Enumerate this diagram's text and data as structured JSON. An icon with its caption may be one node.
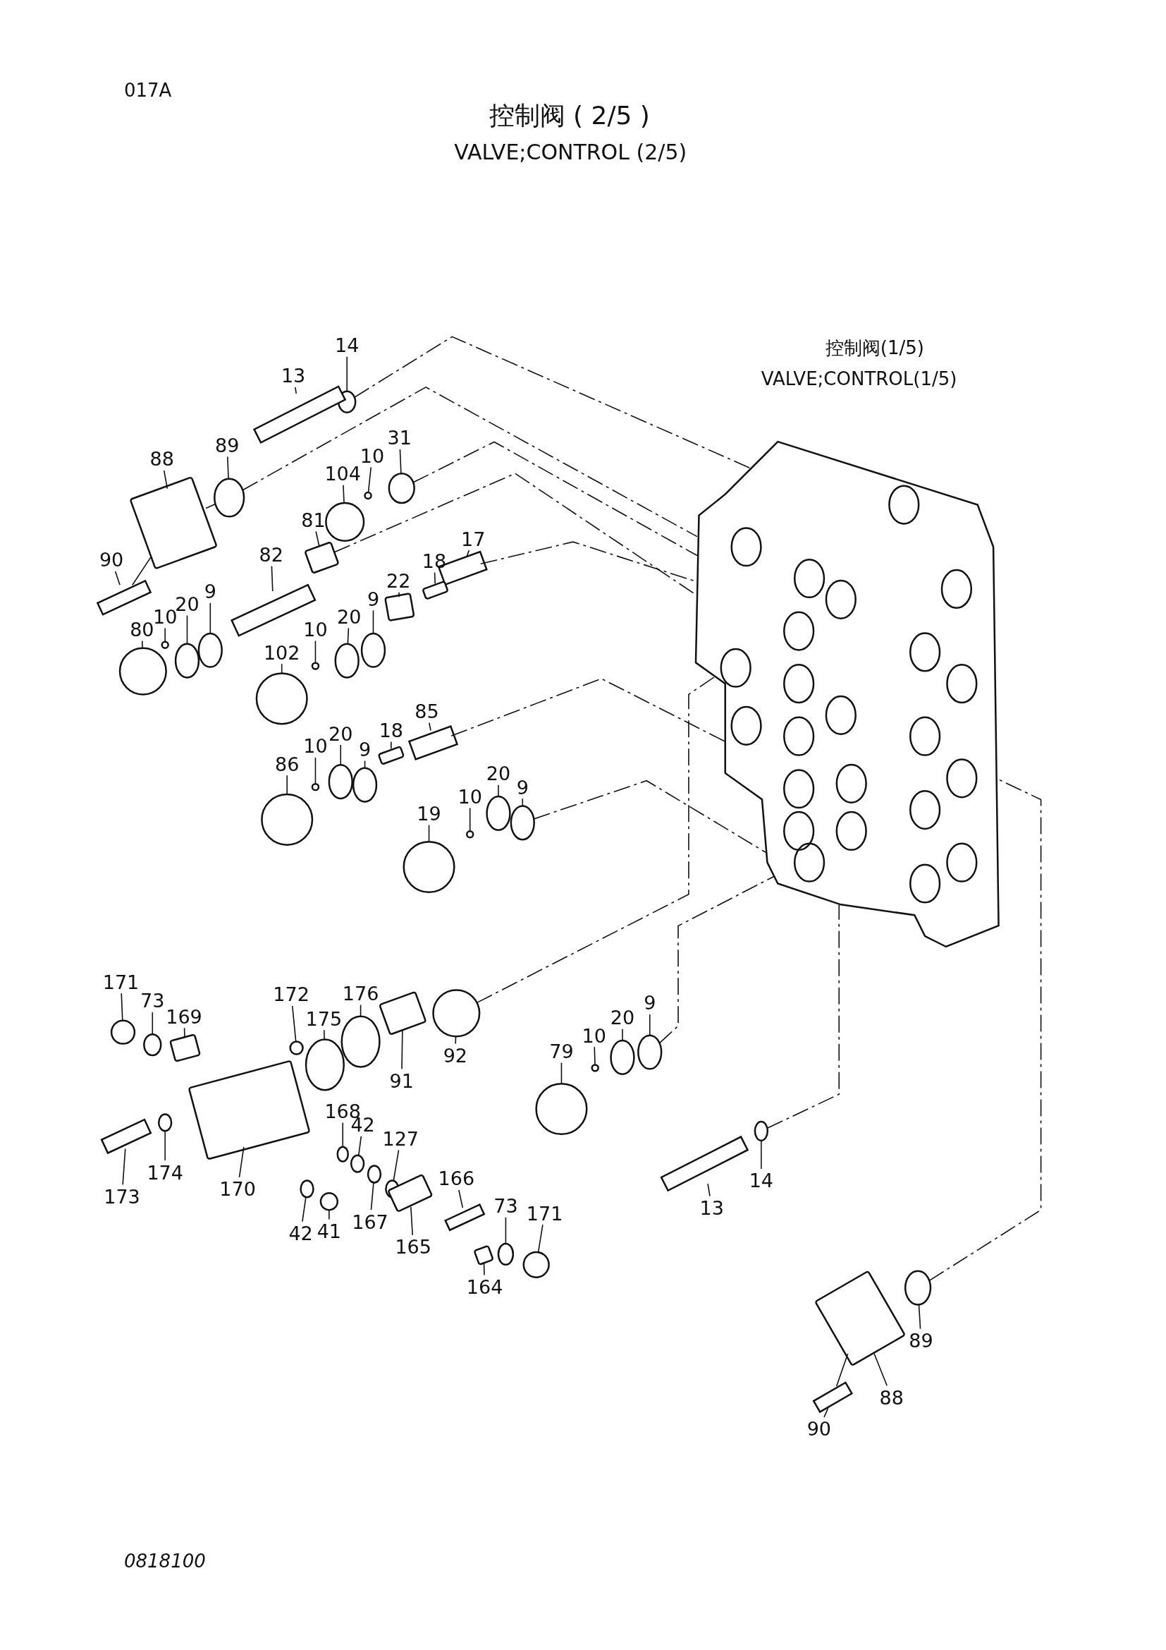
{
  "diagram": {
    "title": "控制阀 ( 2/5 )",
    "nodes": [
      {
        "text": [
          "14"
        ]
      },
      {
        "text": [
          "13"
        ]
      },
      {
        "text": [
          "88"
        ]
      },
      {
        "text": [
          "89"
        ]
      },
      {
        "text": [
          "104"
        ]
      },
      {
        "text": [
          "10"
        ]
      },
      {
        "text": [
          "31"
        ]
      },
      {
        "text": [
          "81"
        ]
      },
      {
        "text": [
          "82"
        ]
      },
      {
        "text": [
          "17"
        ]
      },
      {
        "text": [
          "18"
        ]
      },
      {
        "text": [
          "22"
        ]
      },
      {
        "text": [
          "90"
        ]
      },
      {
        "text": [
          "80"
        ]
      },
      {
        "text": [
          "10"
        ]
      },
      {
        "text": [
          "20"
        ]
      },
      {
        "text": [
          "9"
        ]
      },
      {
        "text": [
          "102"
        ]
      },
      {
        "text": [
          "10"
        ]
      },
      {
        "text": [
          "20"
        ]
      },
      {
        "text": [
          "9"
        ]
      },
      {
        "text": [
          "85"
        ]
      },
      {
        "text": [
          "86"
        ]
      },
      {
        "text": [
          "10"
        ]
      },
      {
        "text": [
          "20"
        ]
      },
      {
        "text": [
          "9"
        ]
      },
      {
        "text": [
          "18"
        ]
      },
      {
        "text": [
          "19"
        ]
      },
      {
        "text": [
          "10"
        ]
      },
      {
        "text": [
          "20"
        ]
      },
      {
        "text": [
          "9"
        ]
      },
      {
        "text": [
          "171"
        ]
      },
      {
        "text": [
          "73"
        ]
      },
      {
        "text": [
          "169"
        ]
      },
      {
        "text": [
          "172"
        ]
      },
      {
        "text": [
          "175"
        ]
      },
      {
        "text": [
          "176"
        ]
      },
      {
        "text": [
          "91"
        ]
      },
      {
        "text": [
          "92"
        ]
      },
      {
        "text": [
          "79"
        ]
      },
      {
        "text": [
          "10"
        ]
      },
      {
        "text": [
          "20"
        ]
      },
      {
        "text": [
          "9"
        ]
      },
      {
        "text": [
          "173"
        ]
      },
      {
        "text": [
          "174"
        ]
      },
      {
        "text": [
          "170"
        ]
      },
      {
        "text": [
          "168"
        ]
      },
      {
        "text": [
          "42"
        ]
      },
      {
        "text": [
          "127"
        ]
      },
      {
        "text": [
          "167"
        ]
      },
      {
        "text": [
          "42"
        ]
      },
      {
        "text": [
          "41"
        ]
      },
      {
        "text": [
          "165"
        ]
      },
      {
        "text": [
          "166"
        ]
      },
      {
        "text": [
          "73"
        ]
      },
      {
        "text": [
          "171"
        ]
      },
      {
        "text": [
          "164"
        ]
      },
      {
        "text": [
          "13"
        ]
      },
      {
        "text": [
          "14"
        ]
      },
      {
        "text": [
          "89"
        ]
      },
      {
        "text": [
          "88"
        ]
      },
      {
        "text": [
          "90"
        ]
      },
      {
        "text": [],
        "shape": "circle"
      },
      {
        "text": [],
        "shape": "bar"
      },
      {
        "text": [],
        "shape": "box"
      },
      {
        "text": [],
        "shape": "circle"
      },
      {
        "text": [],
        "shape": "circle"
      },
      {
        "text": [],
        "shape": "circle"
      },
      {
        "text": [],
        "shape": "circle"
      },
      {
        "text": [],
        "shape": "box"
      },
      {
        "text": [],
        "shape": "bar"
      },
      {
        "text": [],
        "shape": "bar"
      },
      {
        "text": [],
        "shape": "box"
      },
      {
        "text": [],
        "shape": "box"
      },
      {
        "text": [],
        "shape": "bar"
      },
      {
        "text": [],
        "shape": "circle"
      },
      {
        "text": [],
        "shape": "circle"
      },
      {
        "text": [],
        "shape": "circle"
      },
      {
        "text": [],
        "shape": "circle"
      },
      {
        "text": [],
        "shape": "circle"
      },
      {
        "text": [],
        "shape": "circle"
      },
      {
        "text": [],
        "shape": "circle"
      },
      {
        "text": [],
        "shape": "circle"
      },
      {
        "text": [],
        "shape": "bar"
      },
      {
        "text": [],
        "shape": "circle"
      },
      {
        "text": [],
        "shape": "circle"
      },
      {
        "text": [],
        "shape": "circle"
      },
      {
        "text": [],
        "shape": "circle"
      },
      {
        "text": [],
        "shape": "box"
      },
      {
        "text": [],
        "shape": "circle"
      },
      {
        "text": [],
        "shape": "circle"
      },
      {
        "text": [],
        "shape": "circle"
      },
      {
        "text": [],
        "shape": "circle"
      },
      {
        "text": [],
        "shape": "circle"
      },
      {
        "text": [],
        "shape": "circle"
      },
      {
        "text": [],
        "shape": "box"
      },
      {
        "text": [],
        "shape": "circle"
      },
      {
        "text": [],
        "shape": "circle"
      },
      {
        "text": [],
        "shape": "circle"
      },
      {
        "text": [],
        "shape": "box"
      },
      {
        "text": [],
        "shape": "circle"
      },
      {
        "text": [],
        "shape": "circle"
      },
      {
        "text": [],
        "shape": "circle"
      },
      {
        "text": [],
        "shape": "circle"
      },
      {
        "text": [],
        "shape": "circle"
      },
      {
        "text": [],
        "shape": "bar"
      },
      {
        "text": [],
        "shape": "circle"
      },
      {
        "text": [],
        "shape": "box"
      },
      {
        "text": [],
        "shape": "circle"
      },
      {
        "text": [],
        "shape": "circle"
      },
      {
        "text": [],
        "shape": "circle"
      },
      {
        "text": [],
        "shape": "circle"
      },
      {
        "text": [],
        "shape": "circle"
      },
      {
        "text": [],
        "shape": "circle"
      },
      {
        "text": [],
        "shape": "box"
      },
      {
        "text": [],
        "shape": "bar"
      },
      {
        "text": [],
        "shape": "circle"
      },
      {
        "text": [],
        "shape": "circle"
      },
      {
        "text": [],
        "shape": "box"
      },
      {
        "text": [],
        "shape": "bar"
      },
      {
        "text": [],
        "shape": "circle"
      },
      {
        "text": [],
        "shape": "circle"
      },
      {
        "text": [],
        "shape": "box"
      },
      {
        "text": [],
        "shape": "bar"
      },
      {
        "text": [
          "控制阀(1/5)",
          "VALVE;CONTROL(1/5)"
        ]
      }
    ],
    "edges": [
      {
        "from": 0,
        "to": 62,
        "arrow": "none"
      },
      {
        "from": 1,
        "to": 63,
        "arrow": "none"
      },
      {
        "from": 2,
        "to": 64,
        "arrow": "none"
      },
      {
        "from": 3,
        "to": 65,
        "arrow": "none"
      },
      {
        "from": 4,
        "to": 66,
        "arrow": "none"
      },
      {
        "from": 5,
        "to": 67,
        "arrow": "none"
      },
      {
        "from": 6,
        "to": 68,
        "arrow": "none"
      },
      {
        "from": 7,
        "to": 69,
        "arrow": "none"
      },
      {
        "from": 8,
        "to": 70,
        "arrow": "none"
      },
      {
        "from": 9,
        "to": 71,
        "arrow": "none"
      },
      {
        "from": 10,
        "to": 72,
        "arrow": "none"
      },
      {
        "from": 11,
        "to": 73,
        "arrow": "none"
      },
      {
        "from": 12,
        "to": 74,
        "arrow": "none"
      },
      {
        "from": 13,
        "to": 75,
        "arrow": "none"
      },
      {
        "from": 14,
        "to": 76,
        "arrow": "none"
      },
      {
        "from": 15,
        "to": 77,
        "arrow": "none"
      },
      {
        "from": 16,
        "to": 78,
        "arrow": "none"
      },
      {
        "from": 17,
        "to": 79,
        "arrow": "none"
      },
      {
        "from": 18,
        "to": 80,
        "arrow": "none"
      },
      {
        "from": 19,
        "to": 81,
        "arrow": "none"
      },
      {
        "from": 20,
        "to": 82,
        "arrow": "none"
      },
      {
        "from": 21,
        "to": 83,
        "arrow": "none"
      },
      {
        "from": 22,
        "to": 84,
        "arrow": "none"
      },
      {
        "from": 23,
        "to": 85,
        "arrow": "none"
      },
      {
        "from": 24,
        "to": 86,
        "arrow": "none"
      },
      {
        "from": 25,
        "to": 87,
        "arrow": "none"
      },
      {
        "from": 26,
        "to": 88,
        "arrow": "none"
      },
      {
        "from": 27,
        "to": 89,
        "arrow": "none"
      },
      {
        "from": 28,
        "to": 90,
        "arrow": "none"
      },
      {
        "from": 29,
        "to": 91,
        "arrow": "none"
      },
      {
        "from": 30,
        "to": 92,
        "arrow": "none"
      },
      {
        "from": 31,
        "to": 93,
        "arrow": "none"
      },
      {
        "from": 32,
        "to": 94,
        "arrow": "none"
      },
      {
        "from": 33,
        "to": 95,
        "arrow": "none"
      },
      {
        "from": 34,
        "to": 96,
        "arrow": "none"
      },
      {
        "from": 35,
        "to": 97,
        "arrow": "none"
      },
      {
        "from": 36,
        "to": 98,
        "arrow": "none"
      },
      {
        "from": 37,
        "to": 99,
        "arrow": "none"
      },
      {
        "from": 38,
        "to": 100,
        "arrow": "none"
      },
      {
        "from": 39,
        "to": 101,
        "arrow": "none"
      },
      {
        "from": 40,
        "to": 102,
        "arrow": "none"
      },
      {
        "from": 41,
        "to": 103,
        "arrow": "none"
      },
      {
        "from": 42,
        "to": 104,
        "arrow": "none"
      },
      {
        "from": 43,
        "to": 105,
        "arrow": "none"
      },
      {
        "from": 44,
        "to": 106,
        "arrow": "none"
      },
      {
        "from": 45,
        "to": 107,
        "arrow": "none"
      },
      {
        "from": 46,
        "to": 108,
        "arrow": "none"
      },
      {
        "from": 47,
        "to": 109,
        "arrow": "none"
      },
      {
        "from": 48,
        "to": 110,
        "arrow": "none"
      },
      {
        "from": 49,
        "to": 111,
        "arrow": "none"
      },
      {
        "from": 50,
        "to": 112,
        "arrow": "none"
      },
      {
        "from": 51,
        "to": 113,
        "arrow": "none"
      },
      {
        "from": 52,
        "to": 114,
        "arrow": "none"
      },
      {
        "from": 53,
        "to": 115,
        "arrow": "none"
      },
      {
        "from": 54,
        "to": 116,
        "arrow": "none"
      },
      {
        "from": 55,
        "to": 117,
        "arrow": "none"
      },
      {
        "from": 56,
        "to": 118,
        "arrow": "none"
      },
      {
        "from": 57,
        "to": 119,
        "arrow": "none"
      },
      {
        "from": 58,
        "to": 120,
        "arrow": "none"
      },
      {
        "from": 59,
        "to": 121,
        "arrow": "none"
      },
      {
        "from": 60,
        "to": 122,
        "arrow": "none"
      },
      {
        "from": 61,
        "to": 123,
        "arrow": "none"
      },
      {
        "from": 62,
        "to": 124,
        "arrow": "none",
        "style": "dashed"
      },
      {
        "from": 65,
        "to": 124,
        "arrow": "none",
        "style": "dashed"
      },
      {
        "from": 68,
        "to": 124,
        "arrow": "none",
        "style": "dashed"
      },
      {
        "from": 69,
        "to": 124,
        "arrow": "none",
        "style": "dashed"
      },
      {
        "from": 71,
        "to": 124,
        "arrow": "none",
        "style": "dashed"
      },
      {
        "from": 83,
        "to": 124,
        "arrow": "none",
        "style": "dashed"
      },
      {
        "from": 92,
        "to": 124,
        "arrow": "none",
        "style": "dashed"
      },
      {
        "from": 100,
        "to": 124,
        "arrow": "none",
        "style": "dashed"
      },
      {
        "from": 104,
        "to": 124,
        "arrow": "none",
        "style": "dashed"
      },
      {
        "from": 120,
        "to": 124,
        "arrow": "none",
        "style": "dashed"
      },
      {
        "from": 121,
        "to": 124,
        "arrow": "none",
        "style": "dashed"
      },
      {
        "from": 74,
        "to": 64,
        "arrow": "none"
      },
      {
        "from": 64,
        "to": 65,
        "arrow": "none"
      },
      {
        "from": 123,
        "to": 122,
        "arrow": "none"
      }
    ],
    "labels": [
      "017A",
      "VALVE;CONTROL (2/5)",
      "0818100"
    ]
  }
}
